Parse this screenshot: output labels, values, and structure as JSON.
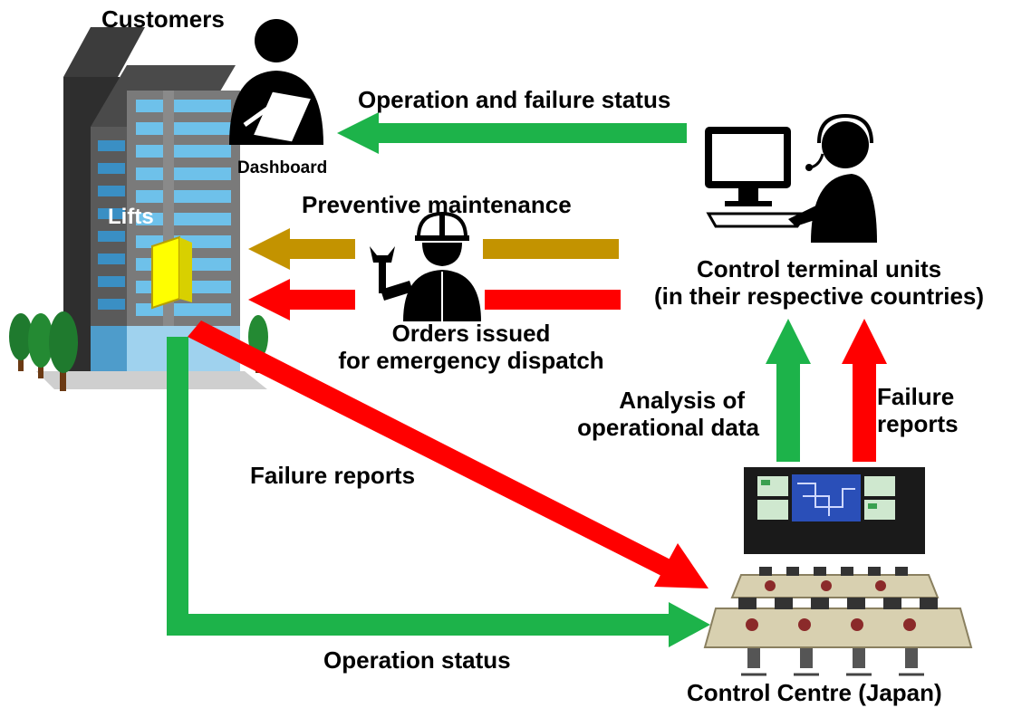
{
  "labels": {
    "customers": "Customers",
    "dashboard": "Dashboard",
    "lifts": "Lifts",
    "operation_failure_status": "Operation and failure status",
    "preventive_maintenance": "Preventive maintenance",
    "orders_issued_line1": "Orders issued",
    "orders_issued_line2": "for emergency dispatch",
    "control_terminal_line1": "Control terminal units",
    "control_terminal_line2": "(in their respective countries)",
    "analysis_line1": "Analysis of",
    "analysis_line2": "operational data",
    "failure_reports_right_line1": "Failure",
    "failure_reports_right_line2": "reports",
    "failure_reports_diagonal": "Failure reports",
    "operation_status": "Operation status",
    "control_centre": "Control Centre (Japan)"
  },
  "icons": {
    "building": "building-icon",
    "customer": "customer-tablet-icon",
    "worker": "maintenance-worker-icon",
    "operator": "operator-terminal-icon",
    "control_room": "control-room-icon"
  },
  "colors": {
    "green_arrow": "#1db34a",
    "red_arrow": "#ff0000",
    "gold_arrow": "#c39300",
    "lift_yellow": "#ffff00"
  }
}
